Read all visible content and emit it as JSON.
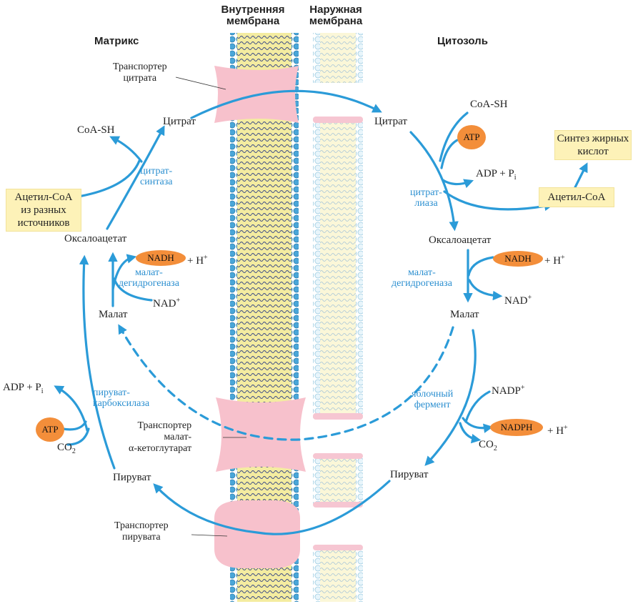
{
  "headers": {
    "matrix": "Матрикс",
    "inner_membrane_1": "Внутренняя",
    "inner_membrane_2": "мембрана",
    "outer_membrane_1": "Наружная",
    "outer_membrane_2": "мембрана",
    "cytosol": "Цитозоль"
  },
  "transporters": {
    "citrate_1": "Транспортер",
    "citrate_2": "цитрата",
    "malate_1": "Транспортер",
    "malate_2": "малат-",
    "malate_3": "α-кетоглутарат",
    "pyruvate_1": "Транспортер",
    "pyruvate_2": "пирувата"
  },
  "matrix": {
    "coa_sh": "CoA-SH",
    "citrate": "Цитрат",
    "citrate_synthase_1": "цитрат-",
    "citrate_synthase_2": "синтаза",
    "acetyl_box_1": "Ацетил-CoA",
    "acetyl_box_2": "из разных",
    "acetyl_box_3": "источников",
    "oxaloacetate": "Оксалоацетат",
    "nadh": "NADH",
    "h_plus": "+ H",
    "plus_sup": "+",
    "mdh_1": "малат-",
    "mdh_2": "дегидрогеназа",
    "nad": "NAD",
    "nad_sup": "+",
    "malate": "Малат",
    "adp_pi": "ADP + P",
    "pi_sub": "i",
    "pc_1": "пируват-",
    "pc_2": "карбоксилаза",
    "atp": "ATP",
    "co2": "CO",
    "co2_sub": "2",
    "pyruvate": "Пируват"
  },
  "cytosol": {
    "citrate": "Цитрат",
    "coa_sh": "CoA-SH",
    "atp": "ATP",
    "adp_pi": "ADP + P",
    "pi_sub": "i",
    "lyase_1": "цитрат-",
    "lyase_2": "лиаза",
    "fa_box_1": "Синтез жирных",
    "fa_box_2": "кислот",
    "acetyl_coa": "Ацетил-CoA",
    "oxaloacetate": "Оксалоацетат",
    "nadh": "NADH",
    "h_plus": "+ H",
    "plus_sup": "+",
    "mdh_1": "малат-",
    "mdh_2": "дегидрогеназа",
    "nad": "NAD",
    "nad_sup": "+",
    "malate": "Малат",
    "nadp": "NADP",
    "nadp_sup": "+",
    "me_1": "яблочный",
    "me_2": "фермент",
    "nadph": "NADPH",
    "h_plus2": "+ H",
    "plus_sup2": "+",
    "co2": "CO",
    "co2_sub": "2",
    "pyruvate": "Пируват"
  },
  "colors": {
    "arrow": "#2b9bd8",
    "enzyme_text": "#2b8fd0",
    "transporter": "#f7c1cc",
    "cofactor_oval": "#f38e3a",
    "highlight_box": "#fdf2b8",
    "inner_membrane_head": "#4aa6d8",
    "outer_membrane_head": "#d6eef7"
  }
}
